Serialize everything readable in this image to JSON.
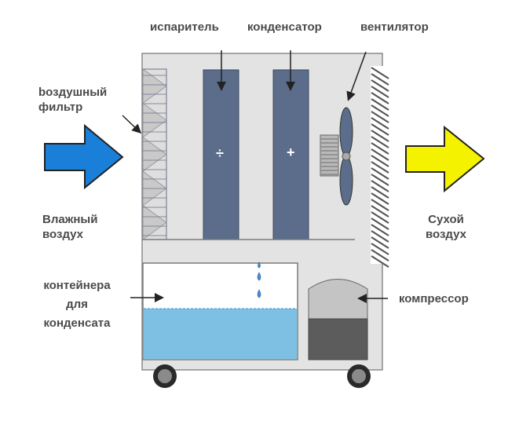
{
  "diagram": {
    "labels": {
      "evaporator": "испаритель",
      "condenser": "конденсатор",
      "fan": "вентилятор",
      "air_filter_line1": "bоздушный",
      "air_filter_line2": "фильтр",
      "humid_air_line1": "Влажный",
      "humid_air_line2": "воздух",
      "dry_air_line1": "Сухой",
      "dry_air_line2": "воздух",
      "container_line1": "контейнера",
      "container_line2": "для",
      "container_line3": "конденсата",
      "compressor": "компрессор"
    },
    "symbols": {
      "evaporator": "÷",
      "condenser": "+"
    },
    "arrows": {
      "inlet": {
        "meaning": "humid air in",
        "color": "#1a7fd8"
      },
      "outlet": {
        "meaning": "dry air out",
        "color": "#f5f200"
      }
    },
    "colors": {
      "cabinet": "#e3e3e3",
      "coil": "#5b6d8a",
      "water": "#7ec0e4",
      "compressor_top": "#c4c4c4",
      "compressor_bottom": "#5c5c5c",
      "text": "#4a4a4a"
    }
  }
}
